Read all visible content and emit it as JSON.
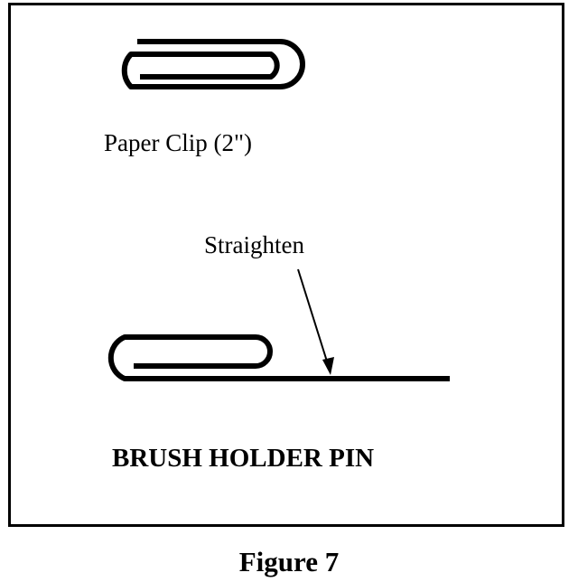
{
  "diagram": {
    "paper_clip_label": "Paper Clip (2\")",
    "straighten_label": "Straighten",
    "title": "BRUSH HOLDER PIN"
  },
  "figure_caption": "Figure 7",
  "icons": {
    "original_clip": "paper-clip-icon",
    "bent_clip": "brush-holder-pin-icon",
    "pointer": "arrow-icon"
  }
}
